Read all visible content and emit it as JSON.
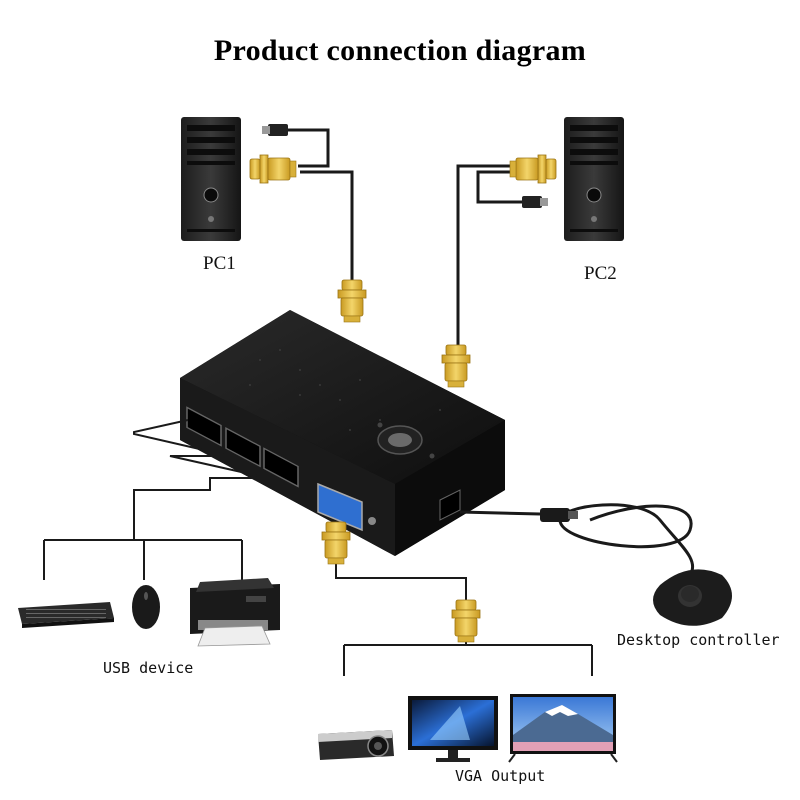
{
  "title": "Product connection diagram",
  "labels": {
    "pc1": "PC1",
    "pc2": "PC2",
    "usb_device": "USB device",
    "desktop_controller": "Desktop controller",
    "vga_output": "VGA Output"
  },
  "colors": {
    "device_body": "#141414",
    "vga_plug": "#e8c24a",
    "cable": "#1a1a1a",
    "port_blue": "#2f6fd0"
  },
  "icons": [
    "pc-tower-icon",
    "vga-connector-icon",
    "usb-plug-icon",
    "keyboard-icon",
    "mouse-icon",
    "printer-icon",
    "projector-icon",
    "monitor-icon",
    "tv-icon",
    "desktop-controller-icon"
  ]
}
